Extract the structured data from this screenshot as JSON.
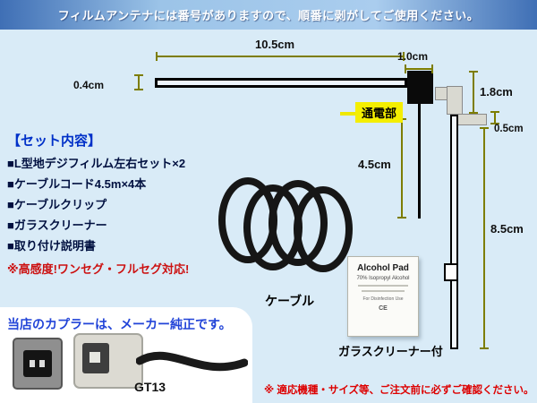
{
  "banner": {
    "text": "フィルムアンテナには番号がありますので、順番に剥がしてご使用ください。"
  },
  "diagram": {
    "feed_label": "通電部",
    "dims": {
      "top_width": "10.5cm",
      "feed_width": "1.0cm",
      "film_thickness": "0.4cm",
      "feed_height": "1.8cm",
      "tab_thickness": "0.5cm",
      "left_length": "4.5cm",
      "right_length": "8.5cm"
    }
  },
  "set_contents": {
    "heading": "【セット内容】",
    "items": [
      "■L型地デジフィルム左右セット×2",
      "■ケーブルコード4.5m×4本",
      "■ケーブルクリップ",
      "■ガラスクリーナー",
      "■取り付け説明書"
    ],
    "note": "※高感度!ワンセグ・フルセグ対応!"
  },
  "cable_label": "ケーブル",
  "alcohol_pad": {
    "title": "Alcohol Pad",
    "subtitle": "70% Isopropyl Alcohol",
    "line": "For Disinfection Use",
    "mark": "CE",
    "caption": "ガラスクリーナー付"
  },
  "coupler": {
    "text": "当店のカプラーは、メーカー純正です。",
    "connector_label": "GT13"
  },
  "footer_note": "※ 適応機種・サイズ等、ご注文前に必ずご確認ください。"
}
